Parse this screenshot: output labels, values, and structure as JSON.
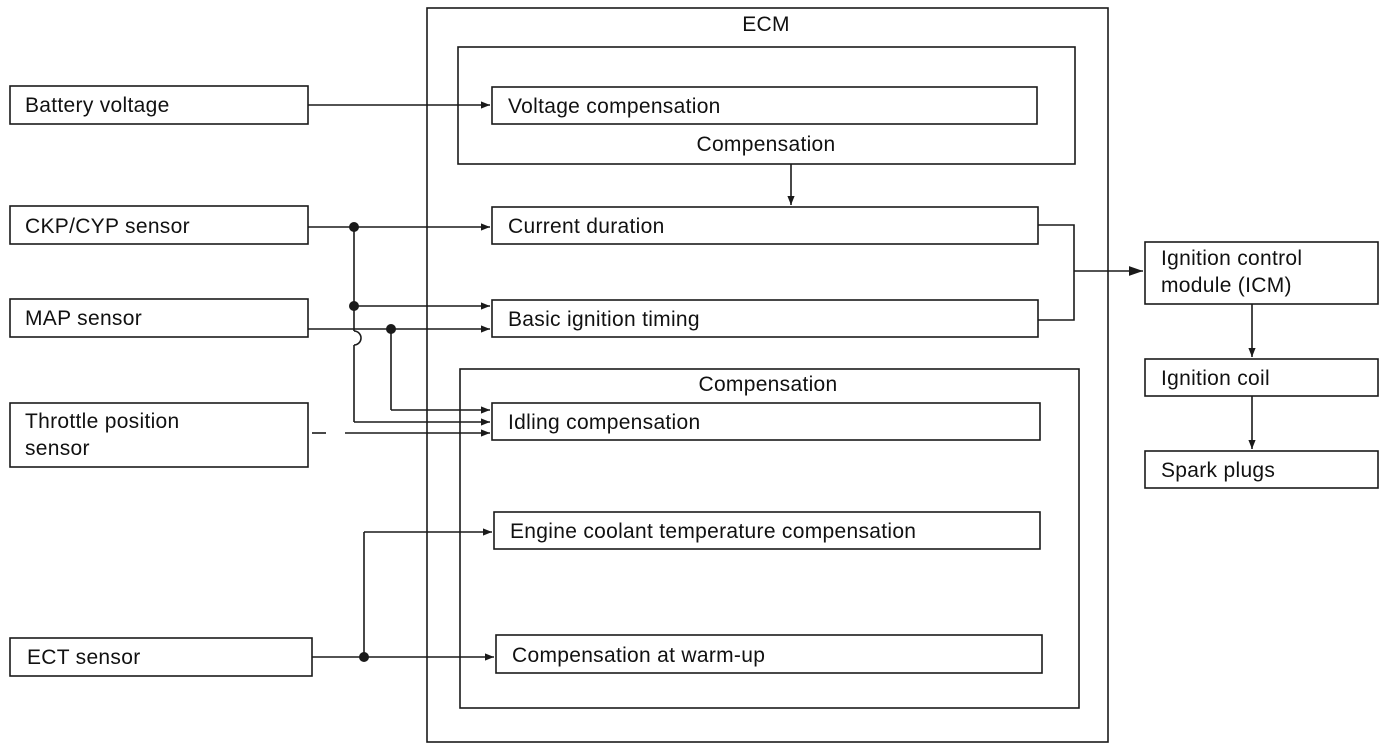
{
  "ecm": {
    "title": "ECM",
    "upper_group_label": "Compensation",
    "lower_group_label": "Compensation"
  },
  "inputs": {
    "battery_voltage": "Battery voltage",
    "ckp_cyp_sensor": "CKP/CYP sensor",
    "map_sensor": "MAP sensor",
    "throttle_position_line1": "Throttle position",
    "throttle_position_line2": "sensor",
    "ect_sensor": "ECT sensor"
  },
  "functions": {
    "voltage_compensation": "Voltage compensation",
    "current_duration": "Current duration",
    "basic_ignition_timing": "Basic ignition timing",
    "idling_compensation": "Idling compensation",
    "engine_coolant_temperature_compensation": "Engine coolant temperature compensation",
    "compensation_at_warm_up": "Compensation at warm-up"
  },
  "outputs": {
    "icm_line1": "Ignition control",
    "icm_line2": "module (ICM)",
    "ignition_coil": "Ignition coil",
    "spark_plugs": "Spark plugs"
  },
  "colors": {
    "line": "#1a1a1a",
    "text": "#111111",
    "background": "#ffffff"
  }
}
